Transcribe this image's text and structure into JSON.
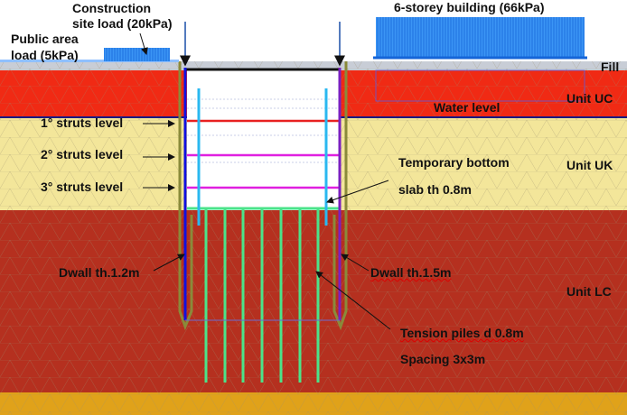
{
  "loads": {
    "public_area": "Public    area",
    "public_area_2": "load (5kPa)",
    "construction_site": "Construction",
    "construction_site_2": "site load (20kPa)",
    "building": "6-storey building (66kPa)"
  },
  "layers": {
    "fill": "Fill",
    "uc": "Unit UC",
    "uk": "Unit UK",
    "lc": "Unit LC",
    "water_level": "Water level"
  },
  "struts": [
    "1° struts level",
    "2° struts level",
    "3° struts level"
  ],
  "slab": {
    "line1": "Temporary  bottom",
    "line2": "slab th 0.8m"
  },
  "walls": {
    "left": "Dwall th.1.2m",
    "right": "Dwall th.1.5m"
  },
  "piles": {
    "line1": "Tension piles d 0.8m",
    "line2": "Spacing 3x3m"
  },
  "colors": {
    "uc": "#f02a14",
    "uk": "#f3e69a",
    "lc": "#b5301f",
    "base": "#e0a21a",
    "pile": "#4be38a",
    "load": "#2a8cf0"
  }
}
